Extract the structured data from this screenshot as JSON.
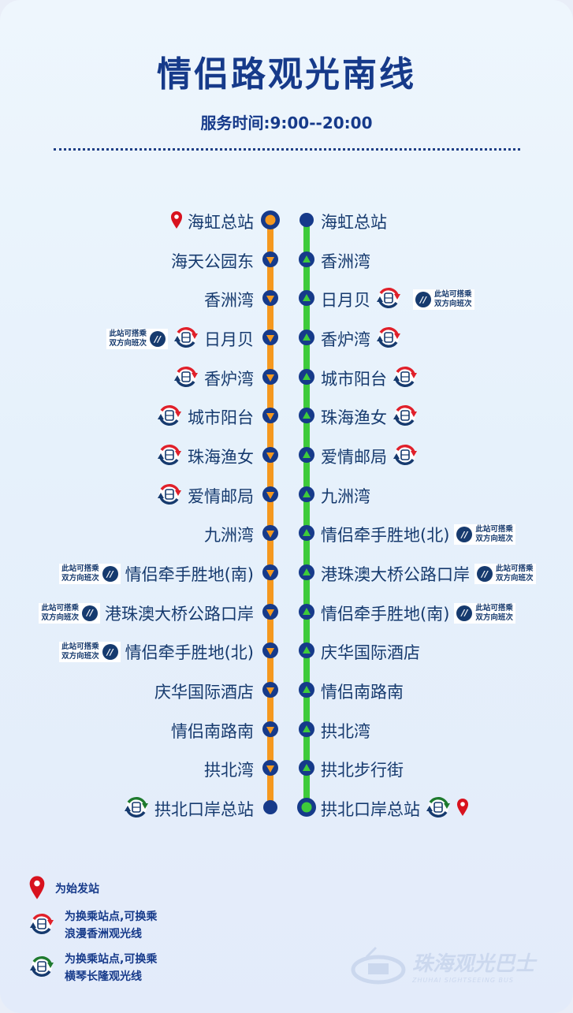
{
  "title": "情侣路观光南线",
  "service_hours": "服务时间:9:00--20:00",
  "colors": {
    "navy": "#163a8a",
    "south_line": "#f5981e",
    "north_line": "#3ecb3a",
    "transfer_red": "#e0202a",
    "transfer_green": "#1e7a2e",
    "pin": "#d8121e"
  },
  "badge_text": [
    "此站可搭乘",
    "双方向班次"
  ],
  "left_route": {
    "line_color": "#f5981e",
    "direction": "down",
    "stations": [
      {
        "name": "海虹总站",
        "terminal": "start",
        "pin": true
      },
      {
        "name": "海天公园东"
      },
      {
        "name": "香洲湾"
      },
      {
        "name": "日月贝",
        "transfer": "red",
        "bidirectional": true
      },
      {
        "name": "香炉湾",
        "transfer": "red"
      },
      {
        "name": "城市阳台",
        "transfer": "red"
      },
      {
        "name": "珠海渔女",
        "transfer": "red"
      },
      {
        "name": "爱情邮局",
        "transfer": "red"
      },
      {
        "name": "九洲湾"
      },
      {
        "name": "情侣牵手胜地(南)",
        "bidirectional": true
      },
      {
        "name": "港珠澳大桥公路口岸",
        "bidirectional": true
      },
      {
        "name": "情侣牵手胜地(北)",
        "bidirectional": true
      },
      {
        "name": "庆华国际酒店"
      },
      {
        "name": "情侣南路南"
      },
      {
        "name": "拱北湾"
      },
      {
        "name": "拱北口岸总站",
        "terminal": "end",
        "transfer": "green"
      }
    ]
  },
  "right_route": {
    "line_color": "#3ecb3a",
    "direction": "up",
    "stations": [
      {
        "name": "海虹总站",
        "terminal": "end"
      },
      {
        "name": "香洲湾"
      },
      {
        "name": "日月贝",
        "transfer": "red",
        "bidirectional": true
      },
      {
        "name": "香炉湾",
        "transfer": "red"
      },
      {
        "name": "城市阳台",
        "transfer": "red"
      },
      {
        "name": "珠海渔女",
        "transfer": "red"
      },
      {
        "name": "爱情邮局",
        "transfer": "red"
      },
      {
        "name": "九洲湾"
      },
      {
        "name": "情侣牵手胜地(北)",
        "bidirectional": true
      },
      {
        "name": "港珠澳大桥公路口岸",
        "bidirectional": true
      },
      {
        "name": "情侣牵手胜地(南)",
        "bidirectional": true
      },
      {
        "name": "庆华国际酒店"
      },
      {
        "name": "情侣南路南"
      },
      {
        "name": "拱北湾"
      },
      {
        "name": "拱北步行街"
      },
      {
        "name": "拱北口岸总站",
        "terminal": "start",
        "transfer": "green",
        "pin": true
      }
    ]
  },
  "legend": [
    {
      "icon": "map-pin-icon",
      "lines": [
        "为始发站"
      ]
    },
    {
      "icon": "transfer-red-icon",
      "lines": [
        "为换乘站点,可换乘",
        "浪漫香洲观光线"
      ]
    },
    {
      "icon": "transfer-green-icon",
      "lines": [
        "为换乘站点,可换乘",
        "横琴长隆观光线"
      ]
    }
  ],
  "logo": {
    "cn": "珠海观光巴士",
    "en": "ZHUHAI SIGHTSEEING BUS"
  }
}
